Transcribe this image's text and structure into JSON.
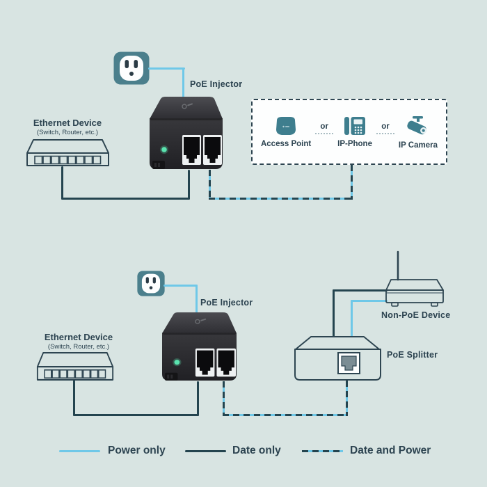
{
  "colors": {
    "background": "#d8e4e2",
    "power_line": "#6fc8e8",
    "data_line": "#24444f",
    "device_teal": "#3e7e8e",
    "outlet_teal": "#4b7f8c",
    "led_green": "#5ae3af",
    "text": "#2c4350"
  },
  "top_diagram": {
    "poe_injector_label": "PoE Injector",
    "ethernet_device": {
      "label": "Ethernet Device",
      "sublabel": "(Switch, Router, etc.)"
    },
    "powered_devices": {
      "or_1": "or",
      "or_2": "or",
      "items": [
        {
          "label": "Access Point",
          "icon": "access-point-icon"
        },
        {
          "label": "IP-Phone",
          "icon": "ip-phone-icon"
        },
        {
          "label": "IP Camera",
          "icon": "ip-camera-icon"
        }
      ]
    }
  },
  "bottom_diagram": {
    "poe_injector_label": "PoE Injector",
    "ethernet_device": {
      "label": "Ethernet Device",
      "sublabel": "(Switch, Router, etc.)"
    },
    "non_poe_device_label": "Non-PoE Device",
    "poe_splitter_label": "PoE Splitter"
  },
  "legend": {
    "power_only": "Power only",
    "data_only": "Date only",
    "data_and_power": "Date and Power"
  }
}
